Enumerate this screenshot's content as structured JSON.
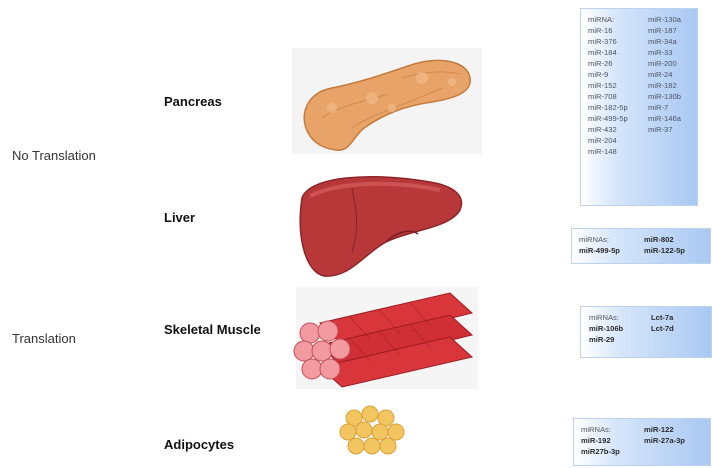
{
  "side_labels": {
    "no_translation": "No Translation",
    "translation": "Translation"
  },
  "organs": {
    "pancreas": "Pancreas",
    "liver": "Liver",
    "skeletal_muscle": "Skeletal Muscle",
    "adipocytes": "Adipocytes"
  },
  "mirna_boxes": {
    "pancreas": {
      "col1": [
        "miRNA:",
        "miR-16",
        "miR-376",
        "miR-184",
        "miR-26",
        "miR-9",
        "miR-152",
        "miR-708",
        "miR-182-5p",
        "miR-499-5p",
        "miR-432",
        "miR-204",
        "miR-148"
      ],
      "col2": [
        "miR-130a",
        "miR-187",
        "miR-34a",
        "miR-33",
        "miR-200",
        "miR-24",
        "miR-182",
        "miR-130b",
        "miR-7",
        "miR-146a",
        "miR-37"
      ]
    },
    "liver": {
      "col1": [
        "miRNAs:",
        "miR-499-5p"
      ],
      "col2": [
        "miR-802",
        "miR-122-5p"
      ]
    },
    "skeletal_muscle": {
      "col1": [
        "miRNAs:",
        "miR-106b",
        "miR-29"
      ],
      "col2": [
        "Lct-7a",
        "Lct-7d"
      ]
    },
    "adipocytes": {
      "col1": [
        "miRNAs:",
        "miR-192",
        "miR27b-3p"
      ],
      "col2": [
        "miR-122",
        "miR-27a-3p"
      ]
    }
  },
  "colors": {
    "box_gradient_end": "#a9c8f2",
    "pancreas": "#e8a468",
    "liver": "#b8383a",
    "muscle": "#d9363c",
    "fat": "#f2c560"
  }
}
